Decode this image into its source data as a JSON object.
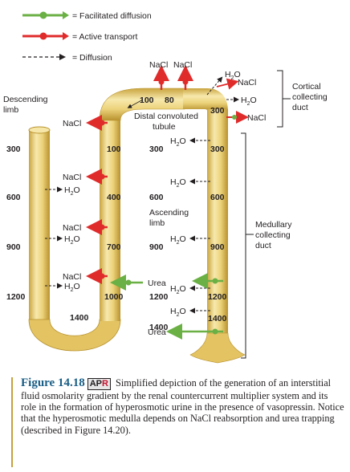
{
  "legend": {
    "facilitated": "= Facilitated diffusion",
    "active": "= Active transport",
    "diffusion": "= Diffusion"
  },
  "labels": {
    "descending": "Descending",
    "limb": "limb",
    "nacl": "NaCl",
    "h2o_prefix": "H",
    "h2o_sub": "2",
    "h2o_suffix": "O",
    "distal1": "Distal convoluted",
    "distal2": "tubule",
    "ascending": "Ascending",
    "ascending_limb": "limb",
    "urea": "Urea",
    "cortical1": "Cortical",
    "cortical2": "collecting",
    "cortical3": "duct",
    "medullary1": "Medullary",
    "medullary2": "collecting",
    "medullary3": "duct"
  },
  "values": {
    "v100": "100",
    "v80": "80",
    "v300": "300",
    "v400": "400",
    "v600": "600",
    "v700": "700",
    "v900": "900",
    "v1000": "1000",
    "v1200": "1200",
    "v1400": "1400"
  },
  "caption": {
    "figure": "Figure 14.18",
    "apr_a": "AP",
    "apr_b": "R",
    "text": "Simplified depiction of the generation of an interstitial fluid osmolarity gradient by the renal countercurrent multiplier system and its role in the formation of hyperosmotic urine in the presence of vasopressin. Notice that the hyperosmotic medulla depends on NaCl reabsorption and urea trapping (described in Figure 14.20)."
  },
  "colors": {
    "tube": "#e8cc6a",
    "tube_light": "#f6e7a8",
    "tube_dark": "#b8922e",
    "active": "#e02b2b",
    "facilitated": "#6ab044",
    "caption_title": "#1a5e86"
  }
}
